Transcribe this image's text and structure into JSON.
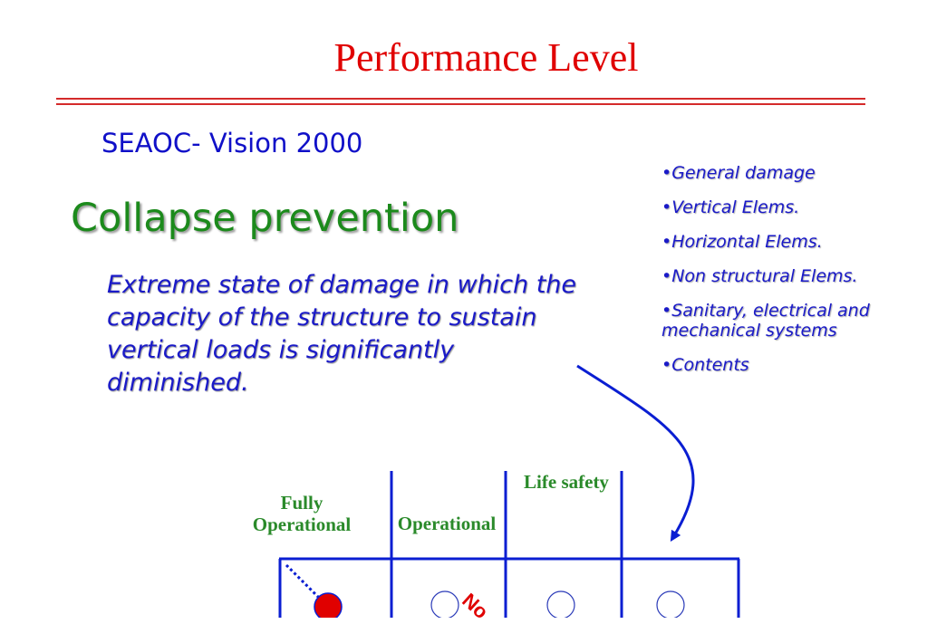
{
  "title": "Performance Level",
  "subtitle": "SEAOC- Vision 2000",
  "heading": "Collapse prevention",
  "description": "Extreme state of damage in which the capacity of the structure to sustain vertical loads is significantly diminished.",
  "bullets": [
    "•General damage",
    "•Vertical Elems.",
    "•Horizontal Elems.",
    "•Non structural Elems.",
    "•Sanitary, electrical and mechanical systems",
    "•Contents"
  ],
  "columns": {
    "fully_operational": "Fully Operational",
    "operational": "Operational",
    "life_safety": "Life safety"
  },
  "partial_label": "No",
  "colors": {
    "title": "#e00000",
    "heading": "#1c8a1c",
    "text": "#1a1ac8",
    "grid": "#0a1ed2",
    "marker_filled": "#e00000"
  }
}
